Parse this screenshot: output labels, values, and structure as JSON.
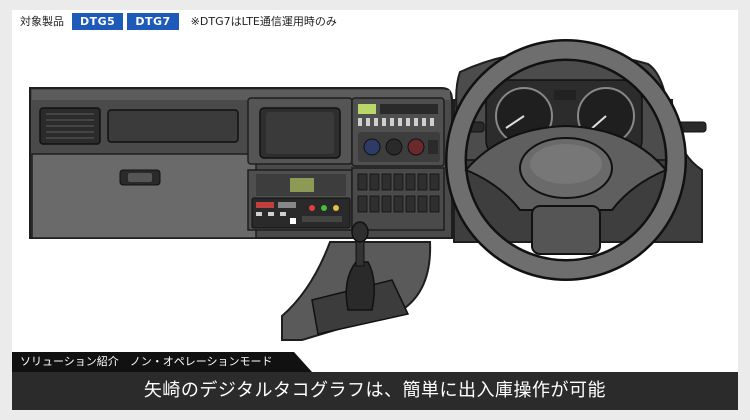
{
  "header": {
    "target_label": "対象製品",
    "products": [
      "DTG5",
      "DTG7"
    ],
    "note": "※DTG7はLTE通信運用時のみ"
  },
  "footer": {
    "category": "ソリューション紹介　ノン・オペレーションモード",
    "headline": "矢崎のデジタルタコグラフは、簡単に出入庫操作が可能"
  },
  "colors": {
    "accent": "#1e5bb8",
    "dash_dark": "#3a3a3a",
    "dash_mid": "#5a5a5a",
    "band": "#2b2b2b"
  },
  "illustration": {
    "subject": "truck-dashboard",
    "icons": [
      "steering-wheel-icon",
      "gear-shift-icon",
      "speedometer-icon",
      "tachometer-icon",
      "tachograph-device-icon"
    ]
  }
}
